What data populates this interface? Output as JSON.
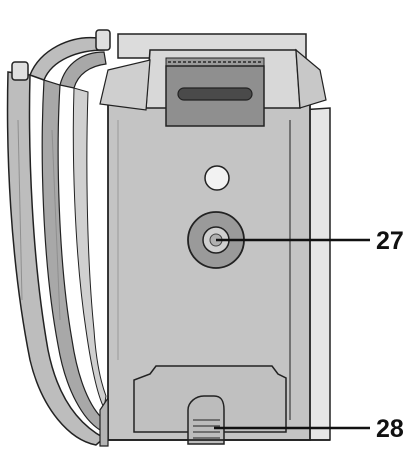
{
  "callouts": [
    {
      "id": "27",
      "label": "27",
      "part": "tripod-socket"
    },
    {
      "id": "28",
      "label": "28",
      "part": "battery-release-lever"
    }
  ],
  "colors": {
    "body": "#c4c4c4",
    "body_side": "#e6e6e6",
    "outline": "#222222",
    "strap": "#bdbdbd",
    "strap_dark": "#8f8f8f",
    "socket_outer": "#9a9a9a",
    "socket_inner": "#cfcfcf",
    "lever": "#bcbcbc",
    "top_block": "#d8d8d8"
  }
}
